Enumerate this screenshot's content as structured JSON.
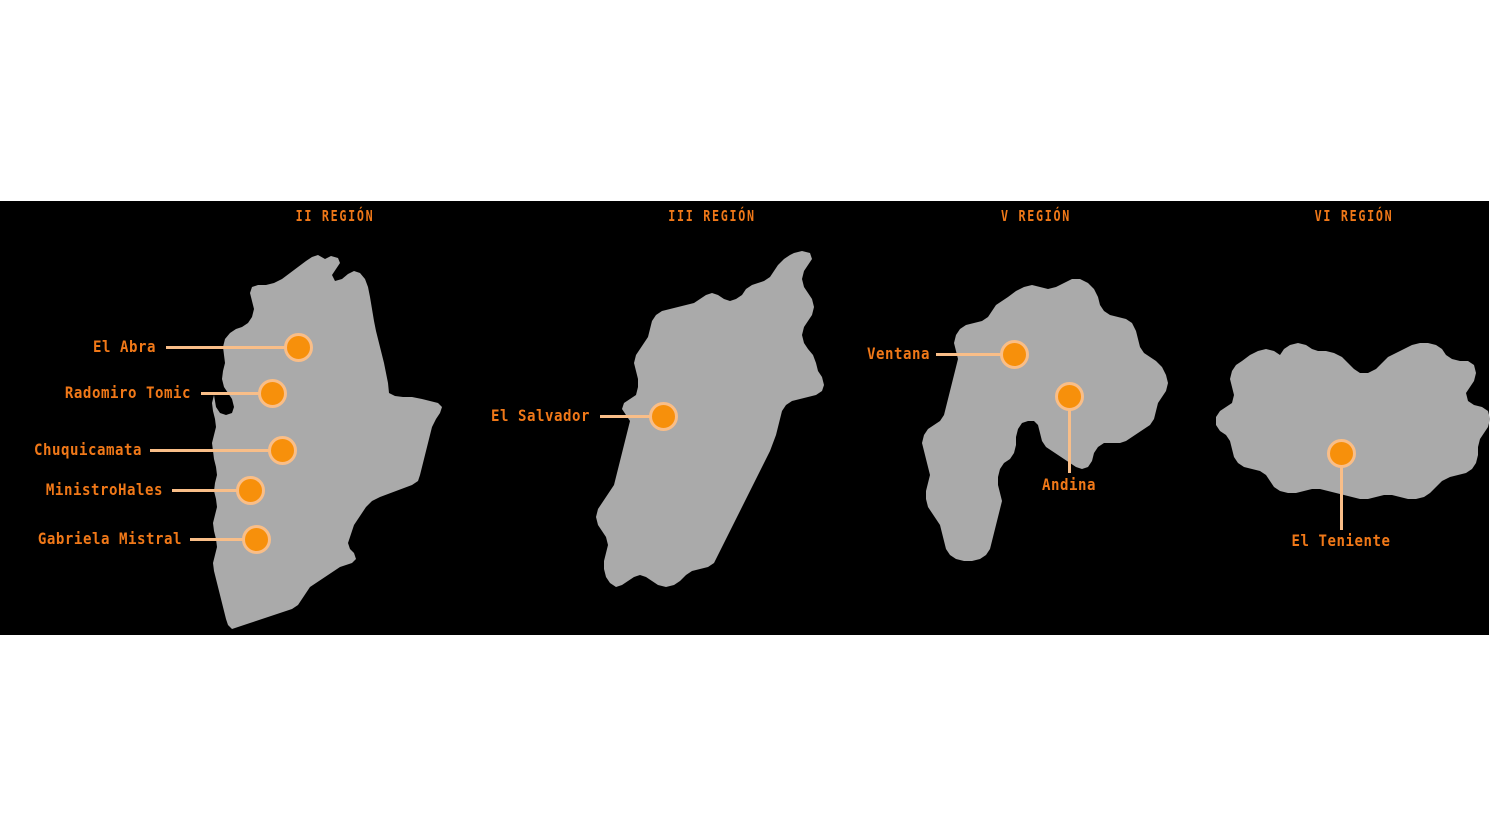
{
  "figure": {
    "background_color": "#FFFFFF",
    "canvas_color": "#000000",
    "land_color": "#AAAAAA",
    "accent_color": "#F07818",
    "marker_fill": "#F7900B",
    "marker_ring": "#F9BE88",
    "connector_color": "#F9BE88"
  },
  "regions": [
    {
      "id": "region-ii",
      "title": "II REGIÓN",
      "mines": [
        {
          "label": "El Abra"
        },
        {
          "label": "Radomiro Tomic"
        },
        {
          "label": "Chuquicamata"
        },
        {
          "label": "MinistroHales"
        },
        {
          "label": "Gabriela Mistral"
        }
      ]
    },
    {
      "id": "region-iii",
      "title": "III REGIÓN",
      "mines": [
        {
          "label": "El Salvador"
        }
      ]
    },
    {
      "id": "region-v",
      "title": "V REGIÓN",
      "mines": [
        {
          "label": "Ventana"
        },
        {
          "label": "Andina"
        }
      ]
    },
    {
      "id": "region-vi",
      "title": "VI REGIÓN",
      "mines": [
        {
          "label": "El Teniente"
        }
      ]
    }
  ]
}
